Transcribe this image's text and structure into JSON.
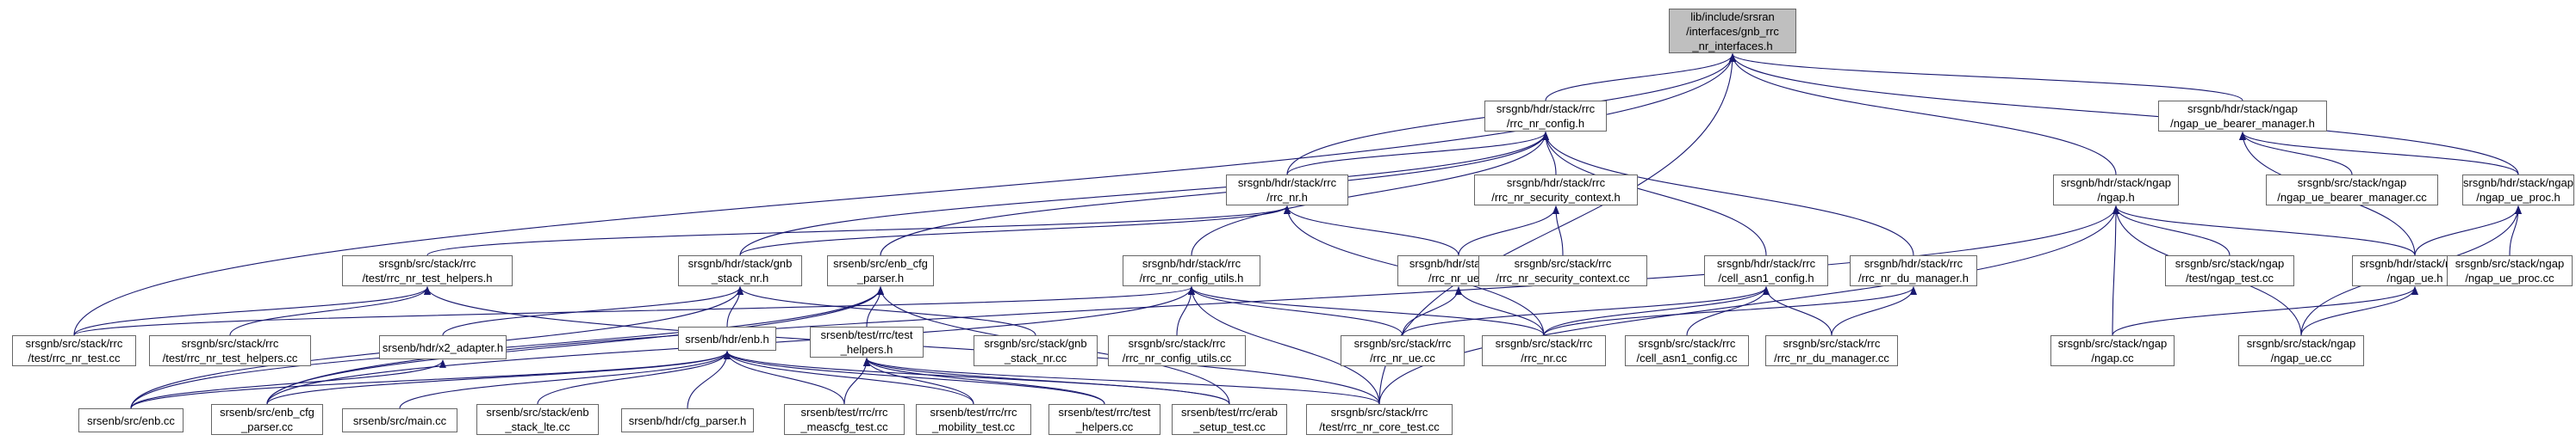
{
  "colors": {
    "edge": "#191970",
    "node_border": "#666666",
    "root_fill": "#bfbfbf",
    "node_fill": "#ffffff"
  },
  "nodes": [
    {
      "id": "root",
      "lines": [
        "lib/include/srsran",
        "/interfaces/gnb_rrc",
        "_nr_interfaces.h"
      ],
      "root": true
    },
    {
      "id": "rrc_nr_config_h",
      "lines": [
        "srsgnb/hdr/stack/rrc",
        "/rrc_nr_config.h"
      ]
    },
    {
      "id": "ngap_ue_bearer_manager_h",
      "lines": [
        "srsgnb/hdr/stack/ngap",
        "/ngap_ue_bearer_manager.h"
      ]
    },
    {
      "id": "rrc_nr_h",
      "lines": [
        "srsgnb/hdr/stack/rrc",
        "/rrc_nr.h"
      ]
    },
    {
      "id": "rrc_nr_security_context_h",
      "lines": [
        "srsgnb/hdr/stack/rrc",
        "/rrc_nr_security_context.h"
      ]
    },
    {
      "id": "ngap_h",
      "lines": [
        "srsgnb/hdr/stack/ngap",
        "/ngap.h"
      ]
    },
    {
      "id": "ngap_ue_bearer_manager_cc",
      "lines": [
        "srsgnb/src/stack/ngap",
        "/ngap_ue_bearer_manager.cc"
      ]
    },
    {
      "id": "ngap_ue_proc_h",
      "lines": [
        "srsgnb/hdr/stack/ngap",
        "/ngap_ue_proc.h"
      ]
    },
    {
      "id": "rrc_nr_test_helpers_h",
      "lines": [
        "srsgnb/src/stack/rrc",
        "/test/rrc_nr_test_helpers.h"
      ]
    },
    {
      "id": "gnb_stack_nr_h",
      "lines": [
        "srsgnb/hdr/stack/gnb",
        "_stack_nr.h"
      ]
    },
    {
      "id": "enb_cfg_parser_h",
      "lines": [
        "srsenb/src/enb_cfg",
        "_parser.h"
      ]
    },
    {
      "id": "rrc_nr_config_utils_h",
      "lines": [
        "srsgnb/hdr/stack/rrc",
        "/rrc_nr_config_utils.h"
      ]
    },
    {
      "id": "rrc_nr_ue_h",
      "lines": [
        "srsgnb/hdr/stack/rrc",
        "/rrc_nr_ue.h"
      ]
    },
    {
      "id": "rrc_nr_security_context_cc",
      "lines": [
        "srsgnb/src/stack/rrc",
        "/rrc_nr_security_context.cc"
      ]
    },
    {
      "id": "cell_asn1_config_h",
      "lines": [
        "srsgnb/hdr/stack/rrc",
        "/cell_asn1_config.h"
      ]
    },
    {
      "id": "rrc_nr_du_manager_h",
      "lines": [
        "srsgnb/hdr/stack/rrc",
        "/rrc_nr_du_manager.h"
      ]
    },
    {
      "id": "ngap_test_cc",
      "lines": [
        "srsgnb/src/stack/ngap",
        "/test/ngap_test.cc"
      ]
    },
    {
      "id": "ngap_ue_h",
      "lines": [
        "srsgnb/hdr/stack/ngap",
        "/ngap_ue.h"
      ]
    },
    {
      "id": "ngap_ue_proc_cc",
      "lines": [
        "srsgnb/src/stack/ngap",
        "/ngap_ue_proc.cc"
      ]
    },
    {
      "id": "rrc_nr_test_cc",
      "lines": [
        "srsgnb/src/stack/rrc",
        "/test/rrc_nr_test.cc"
      ]
    },
    {
      "id": "rrc_nr_test_helpers_cc",
      "lines": [
        "srsgnb/src/stack/rrc",
        "/test/rrc_nr_test_helpers.cc"
      ]
    },
    {
      "id": "x2_adapter_h",
      "lines": [
        "srsenb/hdr/x2_adapter.h"
      ]
    },
    {
      "id": "enb_h",
      "lines": [
        "srsenb/hdr/enb.h"
      ]
    },
    {
      "id": "test_helpers_h",
      "lines": [
        "srsenb/test/rrc/test",
        "_helpers.h"
      ]
    },
    {
      "id": "gnb_stack_nr_cc",
      "lines": [
        "srsgnb/src/stack/gnb",
        "_stack_nr.cc"
      ]
    },
    {
      "id": "rrc_nr_config_utils_cc",
      "lines": [
        "srsgnb/src/stack/rrc",
        "/rrc_nr_config_utils.cc"
      ]
    },
    {
      "id": "rrc_nr_ue_cc",
      "lines": [
        "srsgnb/src/stack/rrc",
        "/rrc_nr_ue.cc"
      ]
    },
    {
      "id": "rrc_nr_cc",
      "lines": [
        "srsgnb/src/stack/rrc",
        "/rrc_nr.cc"
      ]
    },
    {
      "id": "cell_asn1_config_cc",
      "lines": [
        "srsgnb/src/stack/rrc",
        "/cell_asn1_config.cc"
      ]
    },
    {
      "id": "rrc_nr_du_manager_cc",
      "lines": [
        "srsgnb/src/stack/rrc",
        "/rrc_nr_du_manager.cc"
      ]
    },
    {
      "id": "ngap_cc",
      "lines": [
        "srsgnb/src/stack/ngap",
        "/ngap.cc"
      ]
    },
    {
      "id": "ngap_ue_cc",
      "lines": [
        "srsgnb/src/stack/ngap",
        "/ngap_ue.cc"
      ]
    },
    {
      "id": "enb_cc",
      "lines": [
        "srsenb/src/enb.cc"
      ]
    },
    {
      "id": "enb_cfg_parser_cc",
      "lines": [
        "srsenb/src/enb_cfg",
        "_parser.cc"
      ]
    },
    {
      "id": "main_cc",
      "lines": [
        "srsenb/src/main.cc"
      ]
    },
    {
      "id": "enb_stack_lte_cc",
      "lines": [
        "srsenb/src/stack/enb",
        "_stack_lte.cc"
      ]
    },
    {
      "id": "cfg_parser_h",
      "lines": [
        "srsenb/hdr/cfg_parser.h"
      ]
    },
    {
      "id": "rrc_meascfg_test_cc",
      "lines": [
        "srsenb/test/rrc/rrc",
        "_meascfg_test.cc"
      ]
    },
    {
      "id": "rrc_mobility_test_cc",
      "lines": [
        "srsenb/test/rrc/rrc",
        "_mobility_test.cc"
      ]
    },
    {
      "id": "test_helpers_cc",
      "lines": [
        "srsenb/test/rrc/test",
        "_helpers.cc"
      ]
    },
    {
      "id": "erab_setup_test_cc",
      "lines": [
        "srsenb/test/rrc/erab",
        "_setup_test.cc"
      ]
    },
    {
      "id": "rrc_nr_core_test_cc",
      "lines": [
        "srsgnb/src/stack/rrc",
        "/test/rrc_nr_core_test.cc"
      ]
    }
  ],
  "edges": [
    [
      "rrc_nr_config_h",
      "root"
    ],
    [
      "ngap_ue_bearer_manager_h",
      "root"
    ],
    [
      "rrc_nr_h",
      "root"
    ],
    [
      "ngap_h",
      "root"
    ],
    [
      "ngap_ue_proc_h",
      "root"
    ],
    [
      "rrc_nr_test_cc",
      "root"
    ],
    [
      "rrc_nr_core_test_cc",
      "root"
    ],
    [
      "rrc_nr_h",
      "rrc_nr_config_h"
    ],
    [
      "rrc_nr_security_context_h",
      "rrc_nr_config_h"
    ],
    [
      "gnb_stack_nr_h",
      "rrc_nr_config_h"
    ],
    [
      "enb_cfg_parser_h",
      "rrc_nr_config_h"
    ],
    [
      "rrc_nr_config_utils_h",
      "rrc_nr_config_h"
    ],
    [
      "cell_asn1_config_h",
      "rrc_nr_config_h"
    ],
    [
      "rrc_nr_du_manager_h",
      "rrc_nr_config_h"
    ],
    [
      "ngap_ue_bearer_manager_cc",
      "ngap_ue_bearer_manager_h"
    ],
    [
      "ngap_ue_proc_h",
      "ngap_ue_bearer_manager_h"
    ],
    [
      "ngap_ue_h",
      "ngap_ue_bearer_manager_h"
    ],
    [
      "rrc_nr_test_helpers_h",
      "rrc_nr_h"
    ],
    [
      "gnb_stack_nr_h",
      "rrc_nr_h"
    ],
    [
      "rrc_nr_ue_h",
      "rrc_nr_h"
    ],
    [
      "rrc_nr_cc",
      "rrc_nr_h"
    ],
    [
      "rrc_nr_ue_h",
      "rrc_nr_security_context_h"
    ],
    [
      "rrc_nr_security_context_cc",
      "rrc_nr_security_context_h"
    ],
    [
      "ngap_test_cc",
      "ngap_h"
    ],
    [
      "ngap_ue_h",
      "ngap_h"
    ],
    [
      "ngap_cc",
      "ngap_h"
    ],
    [
      "ngap_ue_cc",
      "ngap_h"
    ],
    [
      "rrc_nr_core_test_cc",
      "ngap_h"
    ],
    [
      "enb_cfg_parser_cc",
      "ngap_h"
    ],
    [
      "ngap_ue_h",
      "ngap_ue_proc_h"
    ],
    [
      "ngap_ue_proc_cc",
      "ngap_ue_proc_h"
    ],
    [
      "ngap_ue_cc",
      "ngap_ue_proc_h"
    ],
    [
      "rrc_nr_test_cc",
      "rrc_nr_test_helpers_h"
    ],
    [
      "rrc_nr_test_helpers_cc",
      "rrc_nr_test_helpers_h"
    ],
    [
      "rrc_nr_core_test_cc",
      "rrc_nr_test_helpers_h"
    ],
    [
      "x2_adapter_h",
      "gnb_stack_nr_h"
    ],
    [
      "enb_h",
      "gnb_stack_nr_h"
    ],
    [
      "gnb_stack_nr_cc",
      "gnb_stack_nr_h"
    ],
    [
      "enb_cc",
      "gnb_stack_nr_h"
    ],
    [
      "enb_cfg_parser_cc",
      "enb_cfg_parser_h"
    ],
    [
      "test_helpers_h",
      "enb_cfg_parser_h"
    ],
    [
      "erab_setup_test_cc",
      "enb_cfg_parser_h"
    ],
    [
      "enb_cc",
      "enb_cfg_parser_h"
    ],
    [
      "rrc_nr_config_utils_cc",
      "rrc_nr_config_utils_h"
    ],
    [
      "rrc_nr_cc",
      "rrc_nr_config_utils_h"
    ],
    [
      "rrc_nr_ue_cc",
      "rrc_nr_config_utils_h"
    ],
    [
      "rrc_nr_test_cc",
      "rrc_nr_config_utils_h"
    ],
    [
      "rrc_nr_core_test_cc",
      "rrc_nr_config_utils_h"
    ],
    [
      "enb_cfg_parser_cc",
      "rrc_nr_config_utils_h"
    ],
    [
      "rrc_nr_ue_cc",
      "rrc_nr_ue_h"
    ],
    [
      "rrc_nr_cc",
      "rrc_nr_ue_h"
    ],
    [
      "cell_asn1_config_cc",
      "cell_asn1_config_h"
    ],
    [
      "rrc_nr_cc",
      "cell_asn1_config_h"
    ],
    [
      "rrc_nr_ue_cc",
      "cell_asn1_config_h"
    ],
    [
      "rrc_nr_du_manager_cc",
      "cell_asn1_config_h"
    ],
    [
      "rrc_nr_du_manager_cc",
      "rrc_nr_du_manager_h"
    ],
    [
      "rrc_nr_cc",
      "rrc_nr_du_manager_h"
    ],
    [
      "ngap_cc",
      "ngap_ue_h"
    ],
    [
      "ngap_ue_cc",
      "ngap_ue_h"
    ],
    [
      "enb_cc",
      "x2_adapter_h"
    ],
    [
      "enb_cc",
      "enb_h"
    ],
    [
      "enb_cfg_parser_cc",
      "enb_h"
    ],
    [
      "main_cc",
      "enb_h"
    ],
    [
      "enb_stack_lte_cc",
      "enb_h"
    ],
    [
      "cfg_parser_h",
      "enb_h"
    ],
    [
      "rrc_meascfg_test_cc",
      "enb_h"
    ],
    [
      "rrc_mobility_test_cc",
      "enb_h"
    ],
    [
      "test_helpers_cc",
      "enb_h"
    ],
    [
      "erab_setup_test_cc",
      "enb_h"
    ],
    [
      "rrc_meascfg_test_cc",
      "test_helpers_h"
    ],
    [
      "rrc_mobility_test_cc",
      "test_helpers_h"
    ],
    [
      "test_helpers_cc",
      "test_helpers_h"
    ],
    [
      "erab_setup_test_cc",
      "test_helpers_h"
    ],
    [
      "rrc_nr_core_test_cc",
      "test_helpers_h"
    ]
  ]
}
